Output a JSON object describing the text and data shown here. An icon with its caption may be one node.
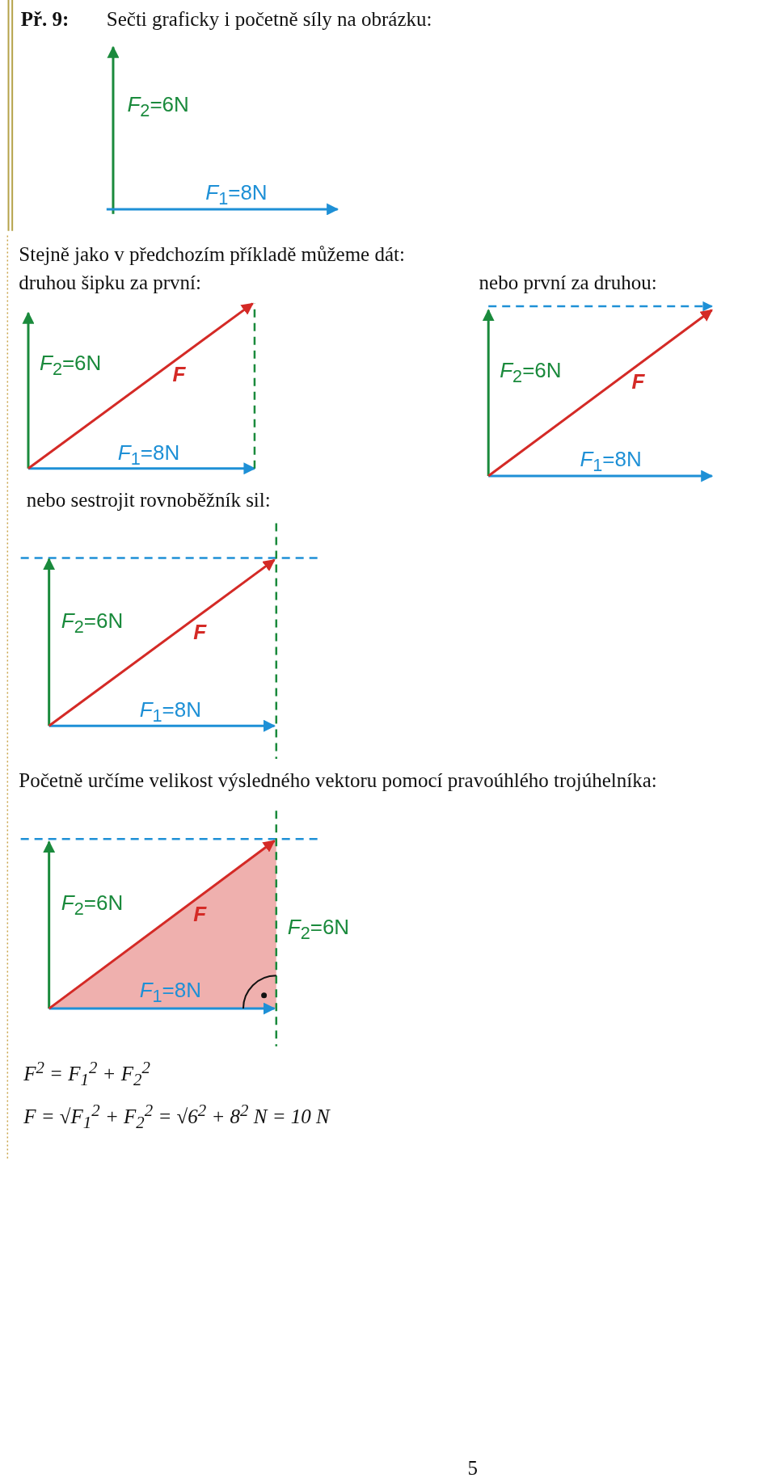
{
  "diagram": {
    "labels": [
      "Př. 9:",
      "Sečti graficky i početně síly na obrázku:",
      "*F*$_{2}$=6N",
      "*F*$_{1}$=8N",
      "Stejně jako v předchozím příkladě můžeme dát:",
      "druhou šipku za první:",
      "nebo první za druhou:",
      "*F*$_{2}$=6N",
      "F",
      "*F*$_{1}$=8N",
      "*F*$_{2}$=6N",
      "F",
      "*F*$_{1}$=8N",
      "nebo sestrojit rovnoběžník sil:",
      "*F*$_{2}$=6N",
      "F",
      "*F*$_{1}$=8N",
      "Početně určíme velikost výsledného vektoru pomocí pravoúhlého trojúhelníka:",
      "*F*$_{2}$=6N",
      "F",
      "*F*$_{2}$=6N",
      "*F*$_{1}$=8N",
      "F$^{2}$ = F$_{1}$$^{2}$ + F$_{2}$$^{2}$",
      "F = √F$_{1}$$^{2}$ + F$_{2}$$^{2}$ = √6$^{2}$ + 8$^{2}$ N = 10 N",
      "5"
    ]
  }
}
